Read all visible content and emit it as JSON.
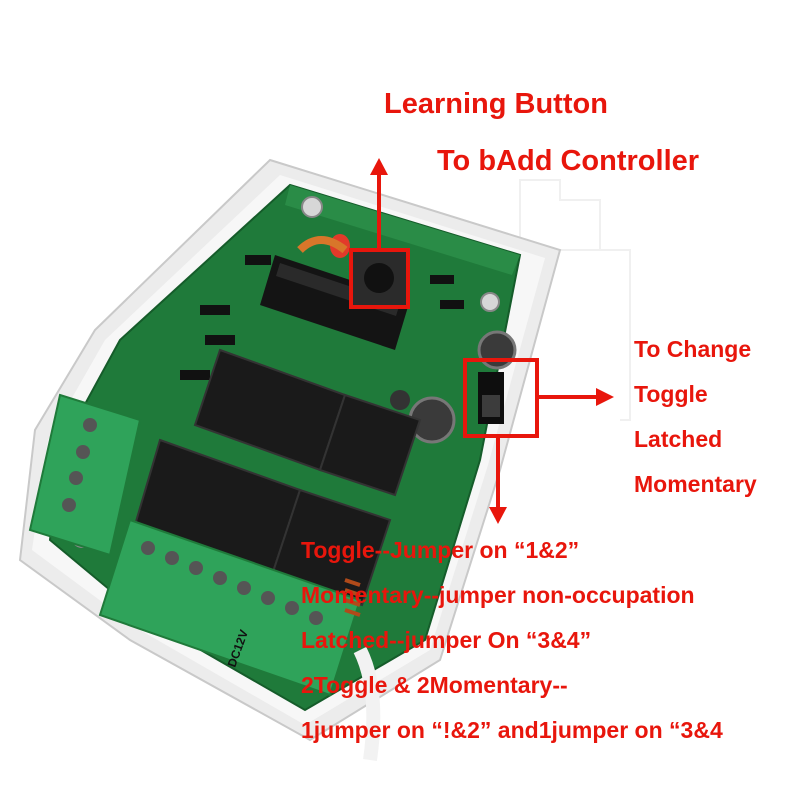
{
  "annotations": {
    "learning_title": "Learning Button",
    "learning_sub": "To bAdd Controller",
    "change_lines": [
      "To Change",
      "Toggle",
      "Latched",
      "Momentary"
    ],
    "jumper_notes": [
      "Toggle--Jumper on “1&2”",
      "Momentary--jumper non-occupation",
      "Latched--jumper On “3&4”",
      "2Toggle & 2Momentary--",
      "1jumper on “!&2” and1jumper on “3&4"
    ]
  },
  "board_marking": "DC12V",
  "colors": {
    "annotation_red": "#e8160c",
    "pcb_green": "#1f7a3a",
    "terminal_green": "#2fa35a",
    "relay_black": "#1a1a1a"
  }
}
